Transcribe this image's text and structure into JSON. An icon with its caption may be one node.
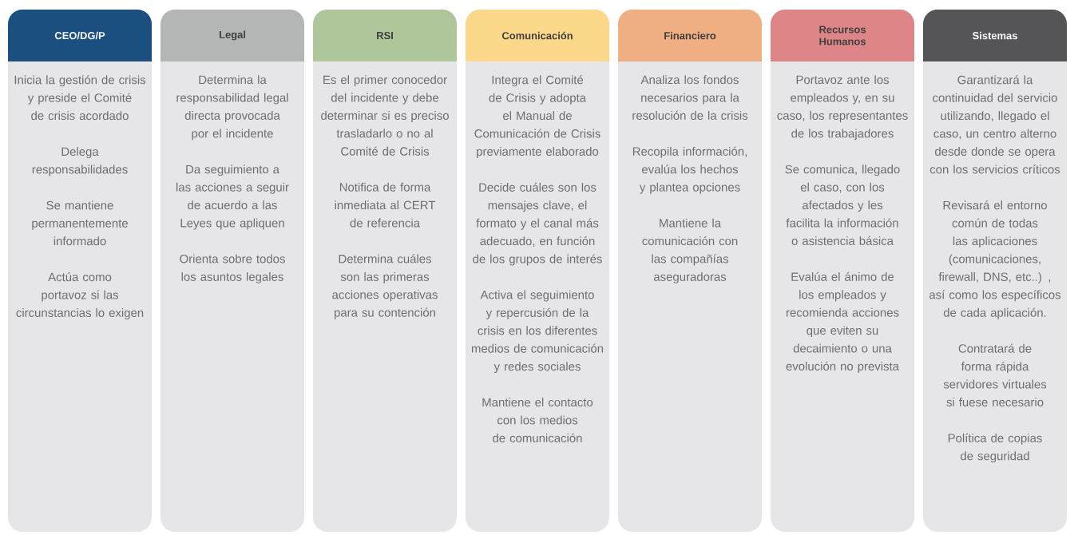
{
  "diagram": {
    "nodes": [
      {
        "text": [
          "CEO/DG/P",
          "Inicia la gestión de crisis y preside el Comité de crisis acordado",
          "Delega responsabilidades",
          "Se mantiene permanentemente informado",
          "Actúa como portavoz si las circunstancias lo exigen"
        ]
      },
      {
        "text": [
          "Legal",
          "Determina la responsabilidad legal directa provocada por el incidente",
          "Da seguimiento a las acciones a seguir de acuerdo a las Leyes que apliquen",
          "Orienta sobre todos los asuntos legales"
        ]
      },
      {
        "text": [
          "RSI",
          "Es el primer conocedor del incidente y debe determinar si es preciso trasladarlo o no al Comité de Crisis",
          "Notifica de forma inmediata al CERT de referencia",
          "Determina cuáles son las primeras acciones operativas para su contención"
        ]
      },
      {
        "text": [
          "Comunicación",
          "Integra el Comité de Crisis y adopta el Manual de Comunicación de Crisis previamente elaborado",
          "Decide cuáles son los mensajes clave, el formato y el canal más adecuado, en función de los grupos de interés",
          "Activa el seguimiento y repercusión de la crisis en los diferentes medios de comunicación y redes sociales",
          "Mantiene el contacto con los medios de comunicación"
        ]
      },
      {
        "text": [
          "Financiero",
          "Analiza los fondos necesarios para la resolución de la crisis",
          "Recopila información, evalúa los hechos y plantea opciones",
          "Mantiene la comunicación con las compañías aseguradoras"
        ]
      },
      {
        "text": [
          "Recursos Humanos",
          "Portavoz ante los empleados y, en su caso, los representantes de los trabajadores",
          "Se comunica, llegado el caso, con los afectados y les facilita la información o asistencia básica",
          "Evalúa el ánimo de los empleados y recomienda acciones que eviten su decaimiento o una evolución no prevista"
        ]
      },
      {
        "text": [
          "Sistemas",
          "Garantizará la continuidad del servicio utilizando, llegado el caso, un centro alterno desde donde se opera con los servicios críticos",
          "Revisará el entorno común de todas las aplicaciones (comunicaciones, firewall, DNS, etc..) , así como los específicos de cada aplicación.",
          "Contratará de forma rápida servidores virtuales si fuese necesario",
          "Política de copias de seguridad"
        ]
      }
    ]
  }
}
